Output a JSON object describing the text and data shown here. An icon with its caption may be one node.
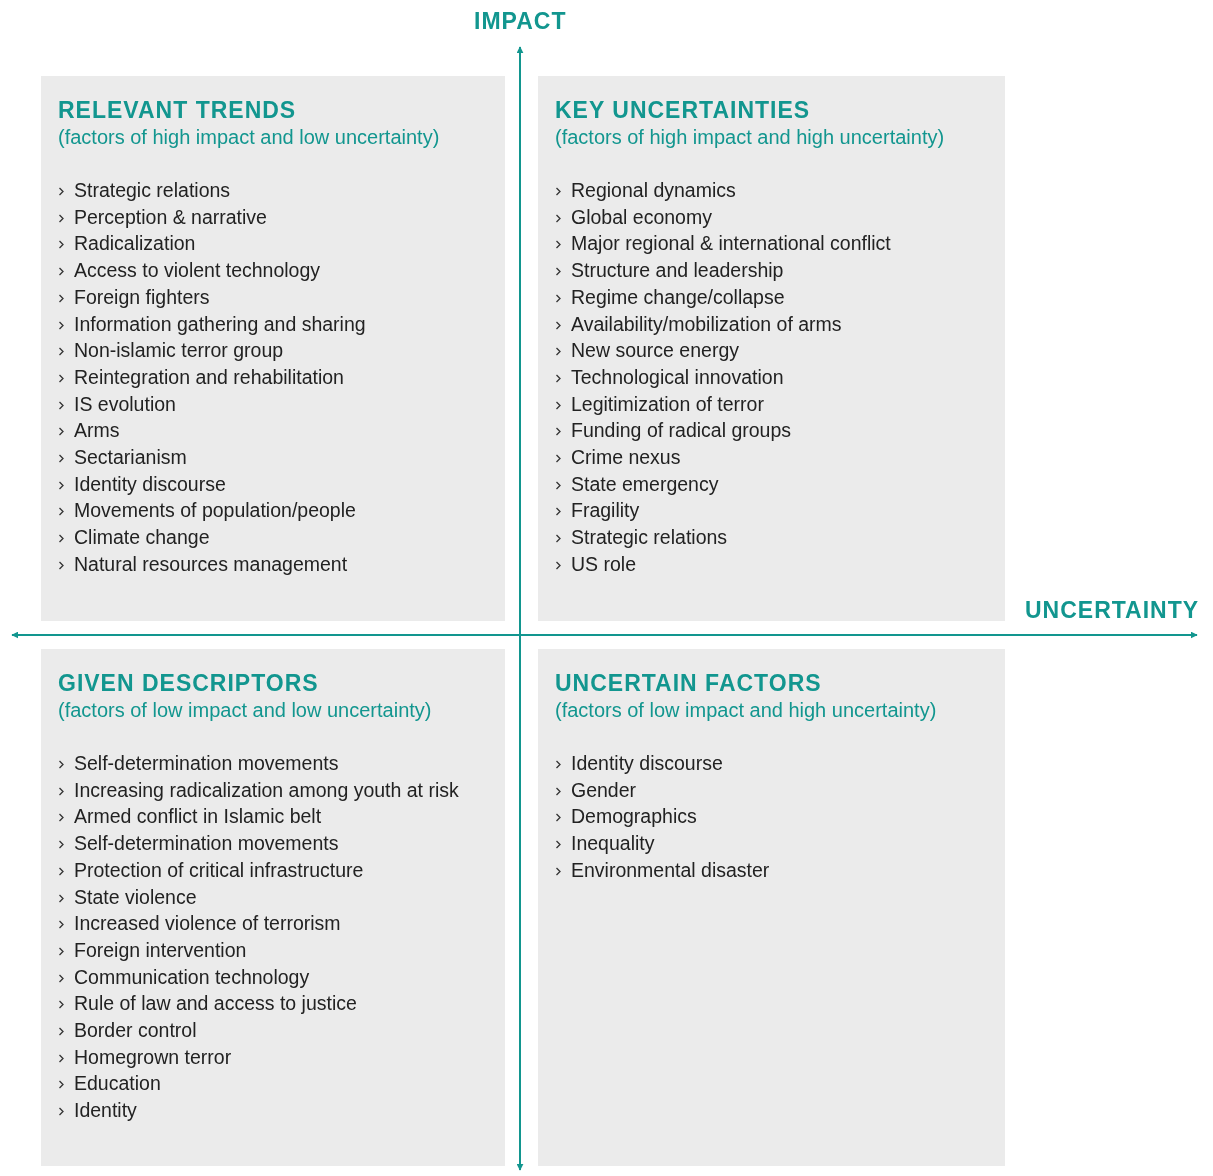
{
  "diagram": {
    "nodes": [
      {
        "text": [
          "RELEVANT TRENDS",
          "(factors of high impact and low uncertainty)",
          "Strategic relations",
          "Perception & narrative",
          "Radicalization",
          "Access to violent technology",
          "Foreign fighters",
          "Information gathering and sharing",
          "Non-islamic terror group",
          "Reintegration and rehabilitation",
          "IS evolution",
          "Arms",
          "Sectarianism",
          "Identity discourse",
          "Movements of population/people",
          "Climate change",
          "Natural resources management"
        ]
      },
      {
        "text": [
          "KEY UNCERTAINTIES",
          "(factors of high impact and high uncertainty)",
          "Regional dynamics",
          "Global economy",
          "Major regional & international conflict",
          "Structure and leadership",
          "Regime change/collapse",
          "Availability/mobilization of arms",
          "New source energy",
          "Technological innovation",
          "Legitimization of terror",
          "Funding of radical groups",
          "Crime nexus",
          "State emergency",
          "Fragility",
          "Strategic relations",
          "US role"
        ]
      },
      {
        "text": [
          "GIVEN DESCRIPTORS",
          "(factors of low impact and low uncertainty)",
          "Self-determination movements",
          "Increasing radicalization among youth at risk",
          "Armed conflict in Islamic belt",
          "Self-determination movements",
          "Protection of critical infrastructure",
          "State violence",
          "Increased violence of terrorism",
          "Foreign intervention",
          "Communication technology",
          "Rule of law and access to justice",
          "Border control",
          "Homegrown terror",
          "Education",
          "Identity"
        ]
      },
      {
        "text": [
          "UNCERTAIN FACTORS",
          "(factors of low impact and high uncertainty)",
          "Identity discourse",
          "Gender",
          "Demographics",
          "Inequality",
          "Environmental disaster"
        ]
      }
    ],
    "edges": [],
    "labels": [
      "IMPACT",
      "UNCERTAINTY"
    ]
  }
}
